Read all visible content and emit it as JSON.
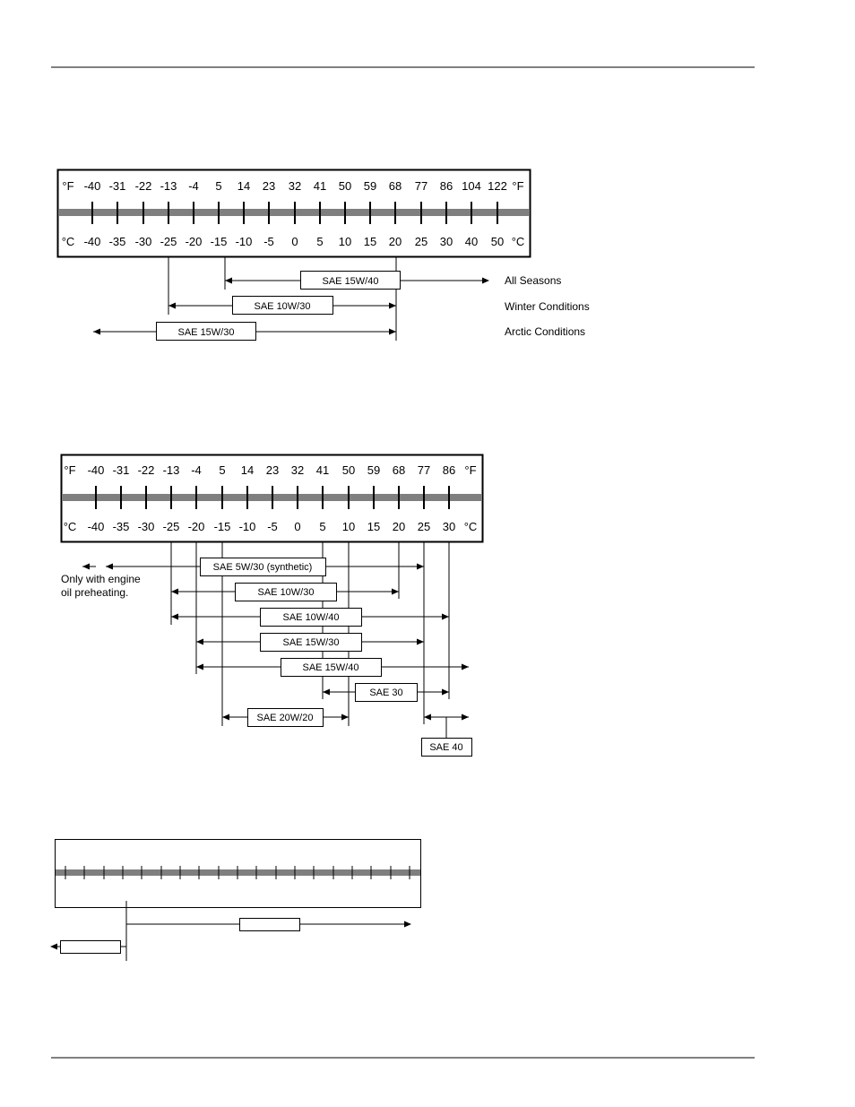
{
  "chart1": {
    "f_unit": "°F",
    "c_unit": "°C",
    "f_ticks": [
      "-40",
      "-31",
      "-22",
      "-13",
      "-4",
      "5",
      "14",
      "23",
      "32",
      "41",
      "50",
      "59",
      "68",
      "77",
      "86",
      "104",
      "122"
    ],
    "c_ticks": [
      "-40",
      "-35",
      "-30",
      "-25",
      "-20",
      "-15",
      "-10",
      "-5",
      "0",
      "5",
      "10",
      "15",
      "20",
      "25",
      "30",
      "40",
      "50"
    ],
    "oils": [
      {
        "label": "SAE 15W/40",
        "description": "All Seasons"
      },
      {
        "label": "SAE 10W/30",
        "description": "Winter Conditions"
      },
      {
        "label": "SAE 15W/30",
        "description": "Arctic Conditions"
      }
    ]
  },
  "chart2": {
    "f_unit": "°F",
    "c_unit": "°C",
    "f_ticks": [
      "-40",
      "-31",
      "-22",
      "-13",
      "-4",
      "5",
      "14",
      "23",
      "32",
      "41",
      "50",
      "59",
      "68",
      "77",
      "86"
    ],
    "c_ticks": [
      "-40",
      "-35",
      "-30",
      "-25",
      "-20",
      "-15",
      "-10",
      "-5",
      "0",
      "5",
      "10",
      "15",
      "20",
      "25",
      "30"
    ],
    "note": [
      "Only with engine",
      "oil preheating."
    ],
    "oils": [
      {
        "label": "SAE 5W/30 (synthetic)"
      },
      {
        "label": "SAE 10W/30"
      },
      {
        "label": "SAE 10W/40"
      },
      {
        "label": "SAE 15W/30"
      },
      {
        "label": "SAE 15W/40"
      },
      {
        "label": "SAE 30"
      },
      {
        "label": "SAE 20W/20"
      },
      {
        "label": "SAE 40"
      }
    ]
  },
  "chart3": {
    "tick_count": 19
  },
  "colors": {
    "rule": "#000000",
    "band": "#7f7f7f"
  }
}
